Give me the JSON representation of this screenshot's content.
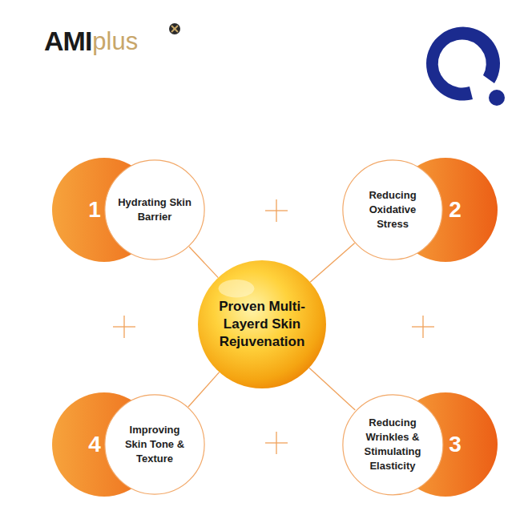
{
  "diagram": {
    "nodes": [
      {
        "text": [
          "Hydrating Skin Barrier"
        ]
      },
      {
        "text": [
          "Reducing Oxidative Stress"
        ]
      },
      {
        "text": [
          "Proven Multi-Layerd Skin Rejuvenation"
        ]
      },
      {
        "text": [
          "Improving Skin Tone & Texture"
        ]
      },
      {
        "text": [
          "Reducing Wrinkles & Stimulating Elasticity"
        ]
      }
    ],
    "edges": [
      {
        "from": 2,
        "to": 0,
        "arrow": "none"
      },
      {
        "from": 2,
        "to": 1,
        "arrow": "none"
      },
      {
        "from": 2,
        "to": 3,
        "arrow": "none"
      },
      {
        "from": 2,
        "to": 4,
        "arrow": "none"
      }
    ],
    "labels": [
      "AMI",
      "plus",
      "1",
      "2",
      "4",
      "3"
    ]
  }
}
